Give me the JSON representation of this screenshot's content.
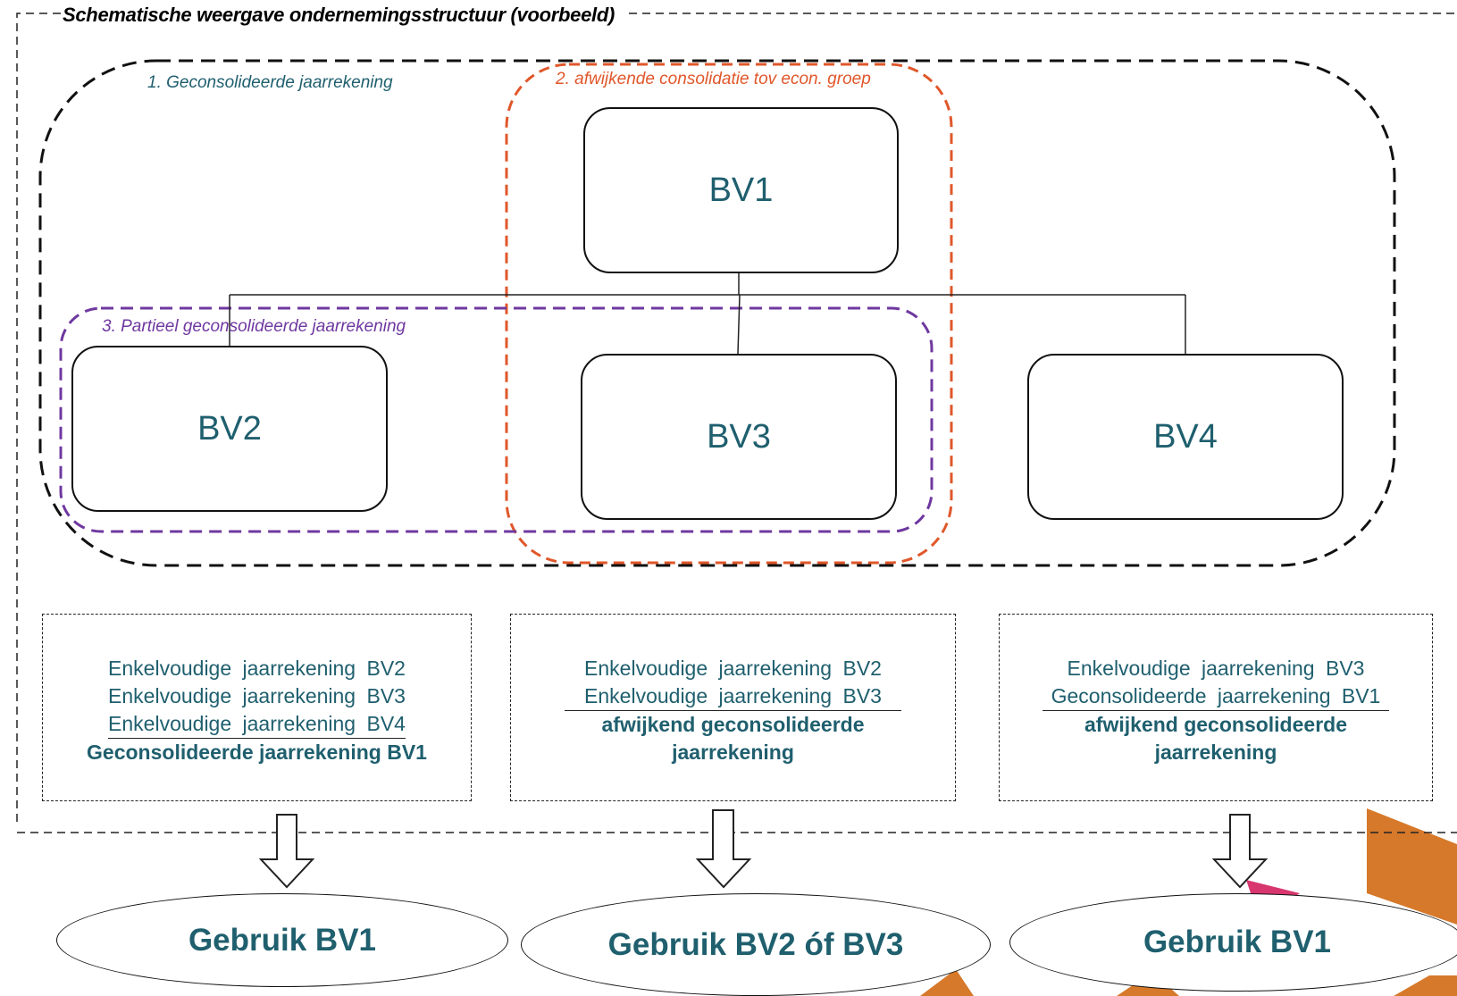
{
  "title": "Schematische weergave ondernemingsstructuur (voorbeeld)",
  "groups": {
    "consolidated": "1. Geconsolideerde jaarrekening",
    "deviating": "2. afwijkende consolidatie tov econ. groep",
    "partial": "3. Partieel geconsolideerde jaarrekening"
  },
  "entities": {
    "bv1": "BV1",
    "bv2": "BV2",
    "bv3": "BV3",
    "bv4": "BV4"
  },
  "summaries": [
    {
      "lines": [
        "Enkelvoudige jaarrekening BV2",
        "Enkelvoudige jaarrekening BV3",
        "Enkelvoudige jaarrekening BV4"
      ],
      "result": "Geconsolideerde jaarrekening BV1"
    },
    {
      "lines": [
        "Enkelvoudige jaarrekening BV2",
        "Enkelvoudige jaarrekening BV3"
      ],
      "result": "afwijkend geconsolideerde jaarrekening"
    },
    {
      "lines": [
        "Enkelvoudige jaarrekening BV3",
        "Geconsolideerde jaarrekening BV1"
      ],
      "result": "afwijkend geconsolideerde jaarrekening"
    }
  ],
  "usage": [
    "Gebruik BV1",
    "Gebruik BV2 óf BV3",
    "Gebruik BV1"
  ],
  "colors": {
    "text_teal": "#1f5f6e",
    "consolidation_border": "#111111",
    "deviating_border": "#e0572a",
    "partial_border": "#6f38a0",
    "accent_orange": "#d6792a",
    "accent_pink": "#d8366e"
  }
}
